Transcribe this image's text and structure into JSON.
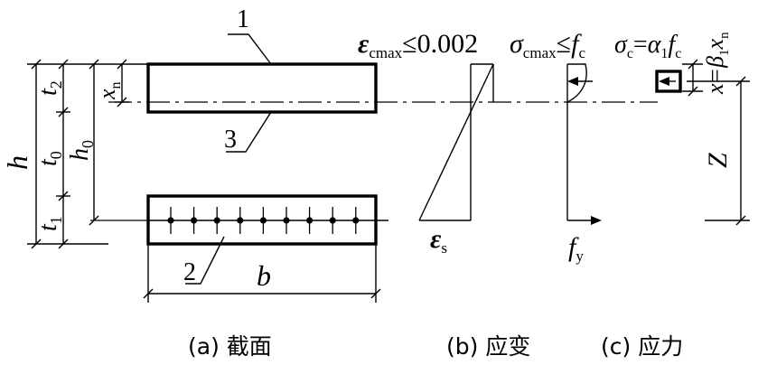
{
  "figure": {
    "section": {
      "member_labels": [
        "1",
        "2",
        "3"
      ],
      "dims": {
        "h": "h",
        "t": "t",
        "t_sub_2": "2",
        "t_sub_0": "0",
        "t_sub_1": "1",
        "h0": "h",
        "h0_sub": "0",
        "xn": "x",
        "xn_sub": "n",
        "b": "b"
      },
      "bar_count": 9
    },
    "strain": {
      "top_symbol": "ε",
      "top_sub": "cmax",
      "top_rel": "≤0.002",
      "bottom_symbol": "ε",
      "bottom_sub": "s"
    },
    "stress": {
      "top_symbol": "σ",
      "top_sub": "cmax",
      "top_rel": "≤",
      "top_f": "f",
      "top_f_sub": "c",
      "bottom_f": "f",
      "bottom_f_sub": "y"
    },
    "block": {
      "sigma": "σ",
      "sigma_sub": "c",
      "eq": "=",
      "alpha": "α",
      "alpha_sub": "1",
      "f": "f",
      "f_sub": "c",
      "x_label": "x=β",
      "beta_sub": "1",
      "x2": "x",
      "x2_sub": "n",
      "z": "Z"
    },
    "captions": {
      "a": "(a)  截面",
      "b": "(b)  应变",
      "c": "(c)  应力"
    }
  }
}
